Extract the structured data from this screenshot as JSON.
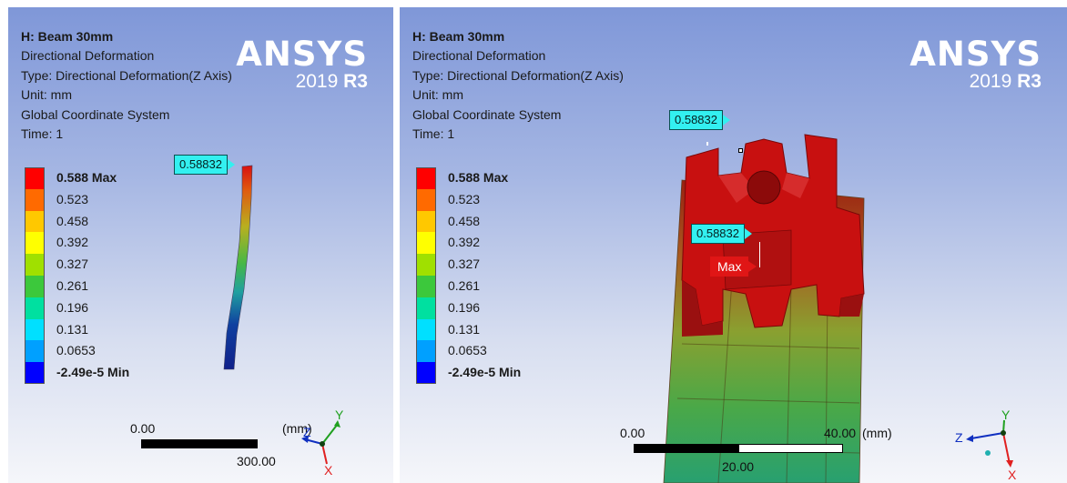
{
  "left_view": {
    "title": "H: Beam 30mm",
    "result": "Directional Deformation",
    "type": "Type: Directional Deformation(Z Axis)",
    "unit": "Unit: mm",
    "coord": "Global Coordinate System",
    "time": "Time: 1",
    "probe_value": "0.58832",
    "scale_start": "0.00",
    "scale_end": "300.00",
    "scale_unit": "(mm)"
  },
  "right_view": {
    "title": "H: Beam 30mm",
    "result": "Directional Deformation",
    "type": "Type: Directional Deformation(Z Axis)",
    "unit": "Unit: mm",
    "coord": "Global Coordinate System",
    "time": "Time: 1",
    "probe_top_value": "0.58832",
    "probe_mid_value": "0.58832",
    "max_tag": "Max",
    "scale_start": "0.00",
    "scale_mid": "20.00",
    "scale_end": "40.00",
    "scale_unit": "(mm)"
  },
  "brand": {
    "name": "ANSYS",
    "year": "2019",
    "release": "R3"
  },
  "legend": {
    "labels": [
      "0.588 Max",
      "0.523",
      "0.458",
      "0.392",
      "0.327",
      "0.261",
      "0.196",
      "0.131",
      "0.0653",
      "-2.49e-5 Min"
    ],
    "colors": [
      "#ff0000",
      "#ff6a00",
      "#ffc800",
      "#ffff00",
      "#a0e000",
      "#3cc83c",
      "#00e0a0",
      "#00e0ff",
      "#00a0ff",
      "#0000ff"
    ]
  },
  "triad": {
    "x": "X",
    "y": "Y",
    "z": "Z",
    "x_color": "#e02020",
    "y_color": "#20a020",
    "z_color": "#1030c0"
  }
}
